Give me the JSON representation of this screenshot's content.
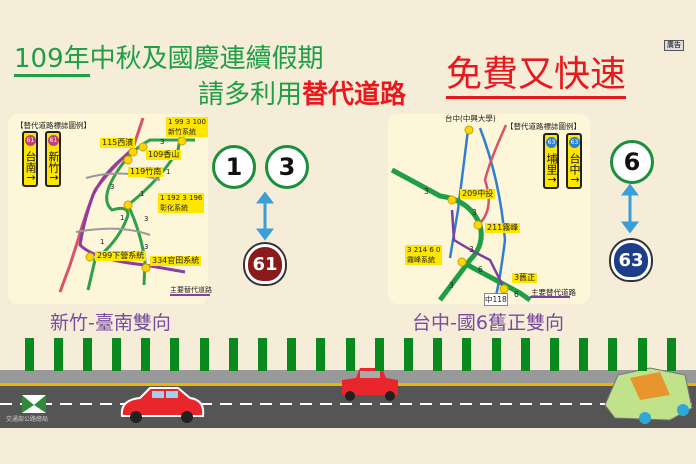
{
  "header": {
    "year": "109年",
    "title_rest": "中秋及國慶連續假期",
    "line2_prefix": "請多利用",
    "line2_bold": "替代道路",
    "slogan": "免費又快速",
    "ad_tag": "廣告"
  },
  "left_map": {
    "legend_title": "【替代道路標誌圖例】",
    "signs": [
      {
        "route": "61",
        "text": "台南↑"
      },
      {
        "route": "61",
        "text": "新竹↑"
      }
    ],
    "labels": [
      "115西濱",
      "109香山",
      "新竹系統",
      "119竹南",
      "彰化系統",
      "299下營系統",
      "334官田系統"
    ],
    "hsr_codes": [
      "1",
      "99",
      "3",
      "100",
      "1",
      "192",
      "3",
      "196"
    ],
    "route_markers": [
      "3",
      "1",
      "3",
      "1",
      "1",
      "3",
      "1",
      "3"
    ],
    "legend_line": "主要替代道路",
    "caption": "新竹-臺南雙向",
    "badges": [
      "1",
      "3"
    ],
    "shield": "61"
  },
  "right_map": {
    "top_label": "台中(中興大學)",
    "legend_title": "【替代道路標誌圖例】",
    "signs": [
      {
        "route": "63",
        "text": "埔里↑"
      },
      {
        "route": "63",
        "text": "台中↑"
      }
    ],
    "labels": [
      "209中投",
      "211霧峰",
      "霧峰系統",
      "3舊正",
      "中118"
    ],
    "system_codes": [
      "3",
      "214",
      "6",
      "0"
    ],
    "route_markers": [
      "3",
      "3",
      "3",
      "6",
      "3",
      "6"
    ],
    "legend_line": "主要替代道路",
    "caption": "台中-國6舊正雙向",
    "badge": "6",
    "shield": "63"
  },
  "footer": {
    "logo_text": "交通部公路總局"
  },
  "colors": {
    "green": "#1f9e45",
    "red": "#e8191e",
    "purple": "#7a4aa0",
    "road": "#555555",
    "fence": "#0a8a1e",
    "shield_red": "#8b1a1a",
    "shield_blue": "#1d3f8a"
  }
}
